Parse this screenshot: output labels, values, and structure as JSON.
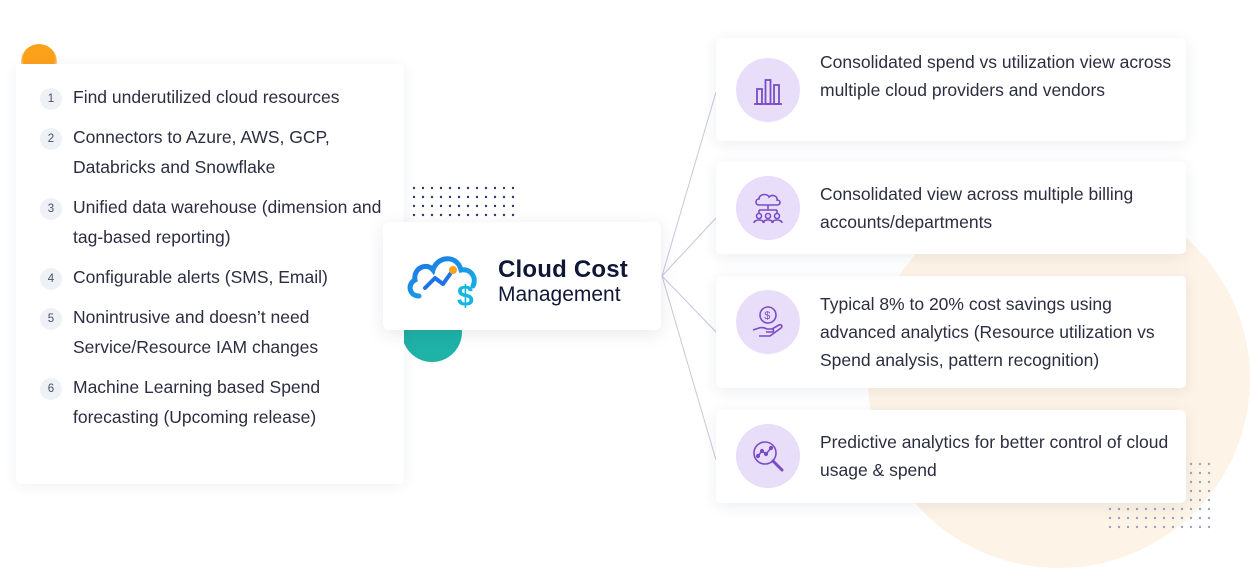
{
  "features": [
    {
      "number": "1",
      "text": "Find underutilized cloud resources"
    },
    {
      "number": "2",
      "text": "Connectors to Azure, AWS, GCP, Databricks and Snowflake"
    },
    {
      "number": "3",
      "text": "Unified data warehouse (dimension and tag-based reporting)"
    },
    {
      "number": "4",
      "text": "Configurable alerts (SMS, Email)"
    },
    {
      "number": "5",
      "text": "Nonintrusive and doesn’t need Service/Resource IAM changes"
    },
    {
      "number": "6",
      "text": "Machine Learning based Spend forecasting (Upcoming release)"
    }
  ],
  "logo": {
    "title": "Cloud Cost",
    "subtitle": "Management",
    "icon": "cloud-dollar-icon"
  },
  "benefits": [
    {
      "icon": "bar-chart-icon",
      "text": "Consolidated spend vs utilization view across multiple cloud providers and vendors"
    },
    {
      "icon": "cloud-network-users-icon",
      "text": "Consolidated view across multiple billing accounts/departments"
    },
    {
      "icon": "hand-dollar-icon",
      "text": "Typical 8% to 20% cost savings using advanced analytics (Resource utilization vs Spend analysis, pattern recognition)"
    },
    {
      "icon": "magnifier-analytics-icon",
      "text": "Predictive analytics for better control of cloud usage & spend"
    }
  ],
  "colors": {
    "accent_purple": "#7a4cc4",
    "icon_bg": "#e9defa",
    "logo_blue": "#1e73e8",
    "logo_cyan": "#16b6e0",
    "accent_orange": "#fba21a",
    "accent_teal": "#1fb3a8"
  }
}
